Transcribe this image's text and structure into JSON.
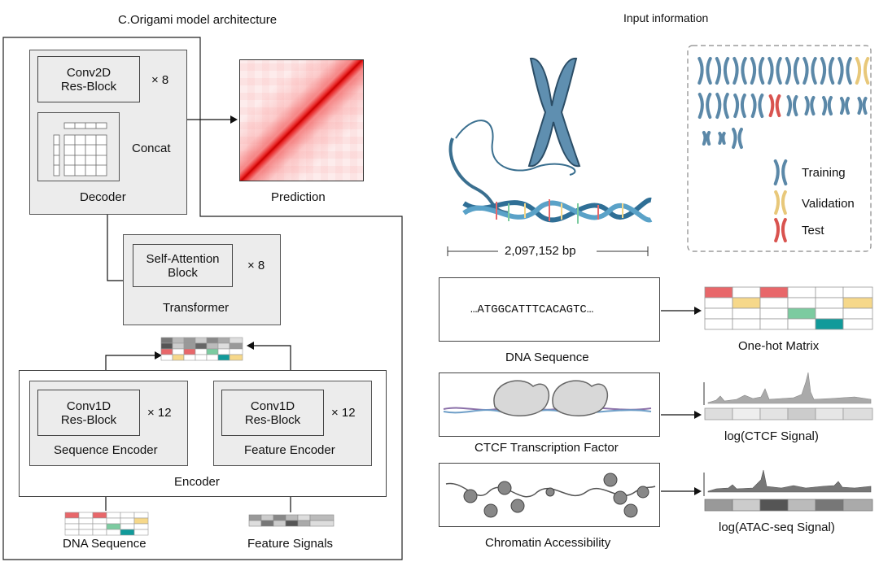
{
  "left_title": "C.Origami model architecture",
  "right_title": "Input information",
  "decoder": {
    "block_label": "Conv2D\nRes-Block",
    "repeat": "× 8",
    "concat": "Concat",
    "name": "Decoder"
  },
  "prediction": {
    "label": "Prediction"
  },
  "transformer": {
    "block_label": "Self-Attention\nBlock",
    "repeat": "× 8",
    "name": "Transformer"
  },
  "encoder": {
    "name": "Encoder",
    "sequence": {
      "block_label": "Conv1D\nRes-Block",
      "repeat": "× 12",
      "name": "Sequence Encoder"
    },
    "feature": {
      "block_label": "Conv1D\nRes-Block",
      "repeat": "× 12",
      "name": "Feature Encoder"
    }
  },
  "inputs_left": {
    "dna": "DNA Sequence",
    "features": "Feature Signals"
  },
  "genome_length": "2,097,152 bp",
  "legend": {
    "training": "Training",
    "validation": "Validation",
    "test": "Test",
    "colors": {
      "training": "#5b88a8",
      "validation": "#e8c87a",
      "test": "#d9534f"
    }
  },
  "dna_panel": {
    "sequence": "…ATGGCATTTCACAGTC…",
    "caption": "DNA Sequence",
    "output_caption": "One-hot Matrix"
  },
  "ctcf_panel": {
    "caption": "CTCF Transcription Factor",
    "output_caption": "log(CTCF Signal)"
  },
  "atac_panel": {
    "caption": "Chromatin Accessibility",
    "output_caption": "log(ATAC-seq Signal)"
  },
  "onehot_colors": {
    "red": "#e8676a",
    "yellow": "#f6d88a",
    "green": "#7ccba0",
    "teal": "#119a9a"
  }
}
